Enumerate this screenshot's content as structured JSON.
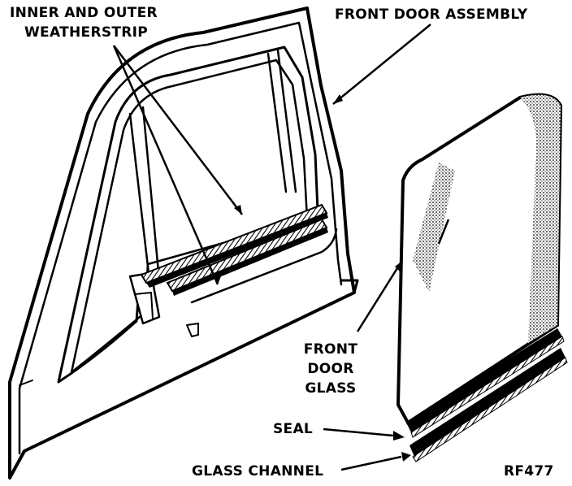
{
  "labels": {
    "weatherstrip_line1": "INNER AND OUTER",
    "weatherstrip_line2": "WEATHERSTRIP",
    "front_door_assembly": "FRONT DOOR ASSEMBLY",
    "front_door_glass_line1": "FRONT",
    "front_door_glass_line2": "DOOR",
    "front_door_glass_line3": "GLASS",
    "seal": "SEAL",
    "glass_channel": "GLASS CHANNEL",
    "figure_code": "RF477"
  },
  "colors": {
    "ink": "#000000",
    "paper": "#ffffff",
    "shade": "#555555"
  }
}
